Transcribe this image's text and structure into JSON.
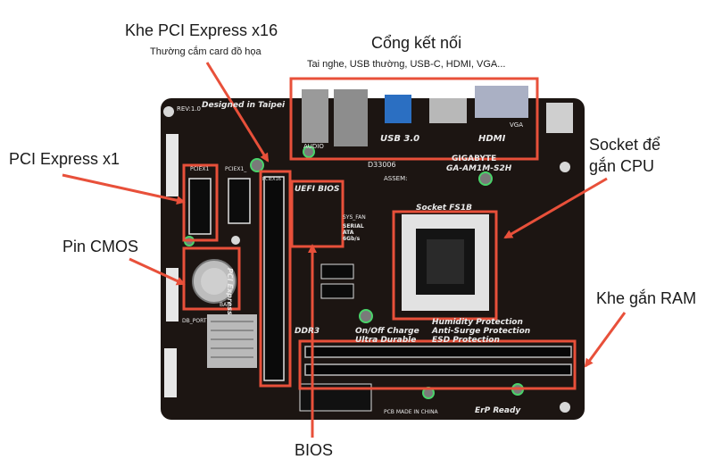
{
  "labels": {
    "pcie_x16_title": "Khe PCI Express x16",
    "pcie_x16_sub": "Thường cắm card đồ họa",
    "ports_title": "Cổng kết nối",
    "ports_sub": "Tai nghe, USB thường, USB-C, HDMI, VGA...",
    "pcie_x1": "PCI Express x1",
    "socket_line1": "Socket để",
    "socket_line2": "gắn CPU",
    "cmos": "Pin CMOS",
    "ram": "Khe gắn RAM",
    "bios": "BIOS"
  },
  "board_text": {
    "designed": "Designed in Taipei",
    "rev": "REV:1.0",
    "usb30": "USB 3.0",
    "hdmi": "HDMI",
    "audio": "AUDIO",
    "vga": "VGA",
    "gigabyte": "GIGABYTE",
    "model": "GA-AM1M-S2H",
    "d_code": "D33006",
    "assem": "ASSEM:",
    "uefi": "UEFI BIOS",
    "sys_fan": "SYS_FAN",
    "serial_ata": "SERIAL ATA 6Gb/s",
    "socket_fs1b": "Socket FS1B",
    "pciex1_1": "PCIEX1",
    "pciex1_2": "PCIEX1_",
    "pciex16": "PCIEX16",
    "pci_express": "PCI Express",
    "ddr3": "DDR3",
    "onoff": "On/Off Charge",
    "ultra": "Ultra Durable",
    "humidity": "Humidity Protection",
    "antisurge": "Anti-Surge Protection",
    "esd": "ESD Protection",
    "pcb_made": "PCB MADE IN CHINA",
    "erp": "ErP Ready",
    "bat": "BAT",
    "db_port": "DB_PORT"
  },
  "colors": {
    "accent": "#e8503a",
    "board": "#1c1512"
  }
}
